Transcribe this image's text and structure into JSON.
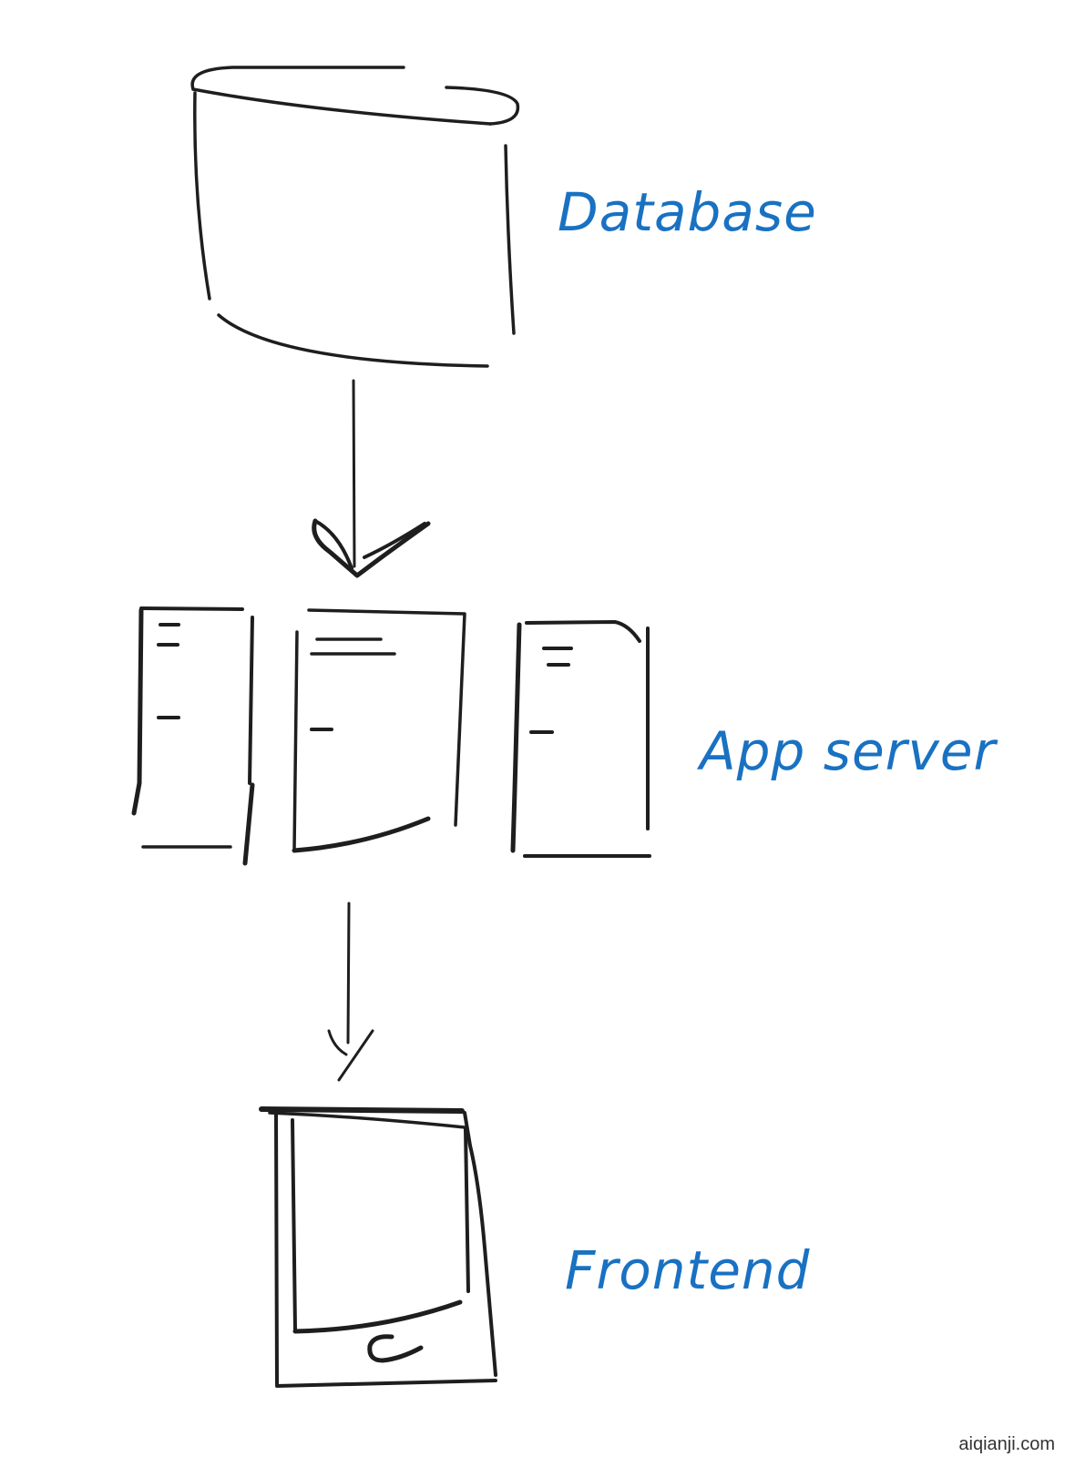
{
  "diagram": {
    "nodes": [
      {
        "id": "database",
        "label": "Database"
      },
      {
        "id": "app_server",
        "label": "App server"
      },
      {
        "id": "frontend",
        "label": "Frontend"
      }
    ],
    "edges": [
      {
        "from": "database",
        "to": "app_server"
      },
      {
        "from": "app_server",
        "to": "frontend"
      }
    ],
    "colors": {
      "ink": "#1e1e1e",
      "label": "#1971c2"
    }
  },
  "watermark": "aiqianji.com"
}
